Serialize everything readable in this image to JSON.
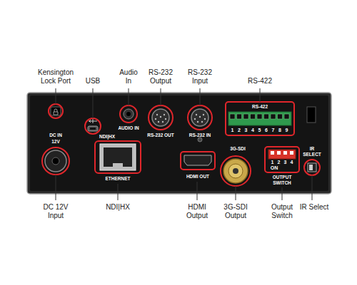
{
  "diagram": {
    "labels": [
      "Kensington Lock Port",
      "USB",
      "Audio In",
      "RS-232 Output",
      "RS-232 Input",
      "RS-422",
      "RS-422",
      "1",
      "2",
      "3",
      "4",
      "5",
      "6",
      "7",
      "8",
      "9",
      "DC IN",
      "12V",
      "NDI|HX",
      "AUDIO IN",
      "RS-232 OUT",
      "RS-232 IN",
      "ETHERNET",
      "HDMI OUT",
      "3G-SDI",
      "1",
      "2",
      "3",
      "4",
      "ON",
      "OUTPUT SWITCH",
      "IR SELECT",
      "DC 12V Input",
      "NDI|HX",
      "HDMI Output",
      "3G-SDI Output",
      "Output Switch",
      "IR Select"
    ]
  }
}
